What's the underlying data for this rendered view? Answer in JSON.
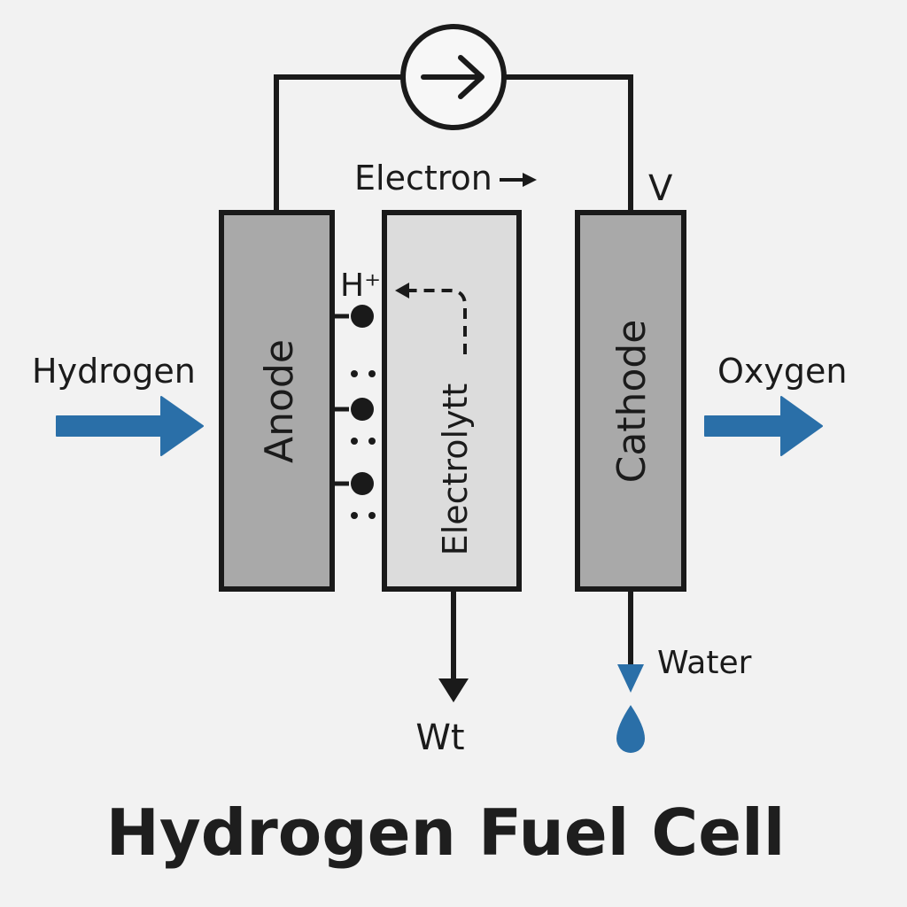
{
  "title": "Hydrogen Fuel Cell",
  "labels": {
    "electron": "Electron",
    "voltage": "V",
    "proton": "H⁺",
    "hydrogen": "Hydrogen",
    "oxygen": "Oxygen",
    "anode": "Anode",
    "electrolyte": "Electrolytt",
    "cathode": "Cathode",
    "water": "Water",
    "waste": "Wt"
  },
  "colors": {
    "flow_arrow": "#2a6fa8",
    "electrode_fill": "#a9a9a9",
    "electrolyte_fill": "#dcdcdc",
    "outline": "#1a1a1a",
    "water_drop": "#2a6fa8"
  },
  "icons": {
    "meter": "current-arrow-icon",
    "drop": "water-drop-icon"
  }
}
